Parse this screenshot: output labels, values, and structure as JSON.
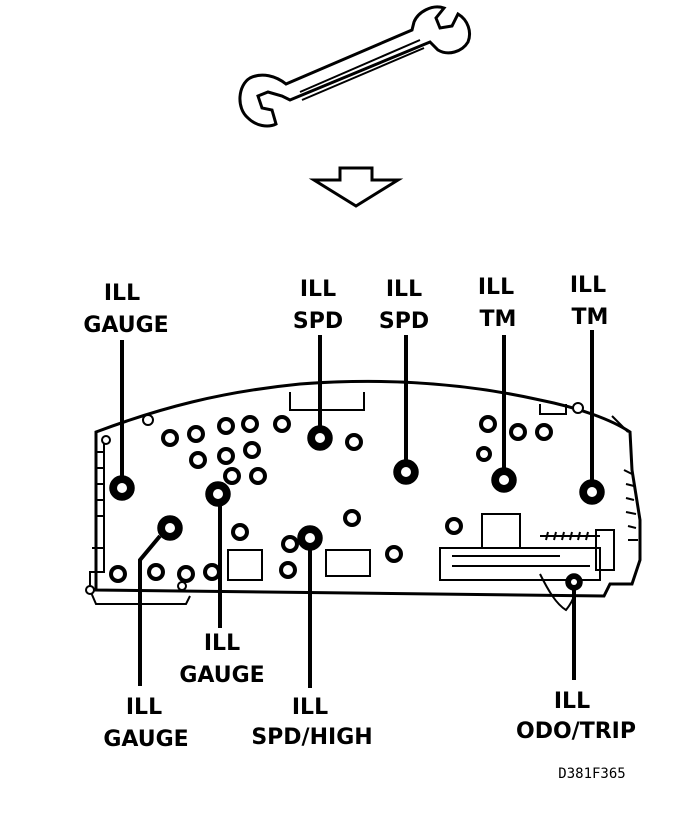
{
  "labels": [
    {
      "id": "gauge-top-left",
      "line1": "ILL",
      "line2": "GAUGE"
    },
    {
      "id": "spd-1",
      "line1": "ILL",
      "line2": "SPD"
    },
    {
      "id": "spd-2",
      "line1": "ILL",
      "line2": "SPD"
    },
    {
      "id": "tm-1",
      "line1": "ILL",
      "line2": "TM"
    },
    {
      "id": "tm-2",
      "line1": "ILL",
      "line2": "TM"
    },
    {
      "id": "gauge-mid",
      "line1": "ILL",
      "line2": "GAUGE"
    },
    {
      "id": "gauge-bottom-left",
      "line1": "ILL",
      "line2": "GAUGE"
    },
    {
      "id": "spd-high",
      "line1": "ILL",
      "line2": "SPD/HIGH"
    },
    {
      "id": "odo-trip",
      "line1": "ILL",
      "line2": "ODO/TRIP"
    }
  ],
  "figure_ref": "D381F365",
  "icons": [
    "wrench-icon",
    "down-arrow-icon"
  ]
}
